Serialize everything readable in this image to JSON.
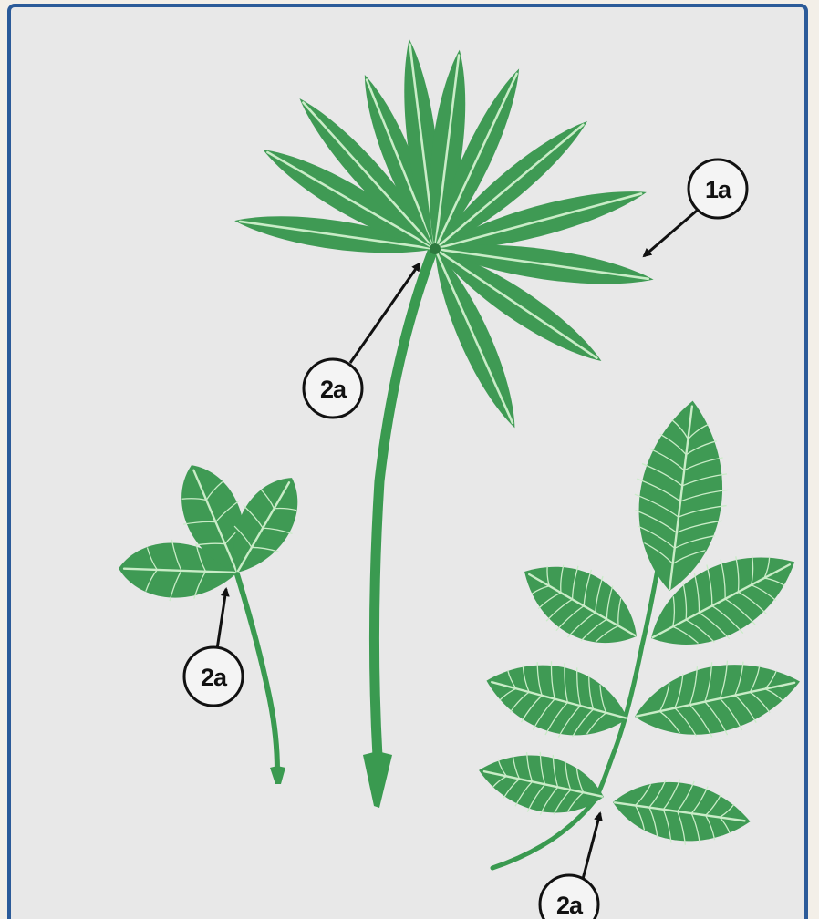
{
  "colors": {
    "background": "#e8e8e8",
    "frame_border": "#2c5b99",
    "leaf": "#3f9a54",
    "leaf_dark": "#2f8446",
    "vein": "#c9ecc7",
    "stem": "#3a9a50",
    "label": "#111111"
  },
  "labels": {
    "palmate_label": "1a",
    "palmate_junction_label": "2a",
    "trifoliate_junction_label": "2a",
    "pinnate_junction_label": "2a"
  }
}
